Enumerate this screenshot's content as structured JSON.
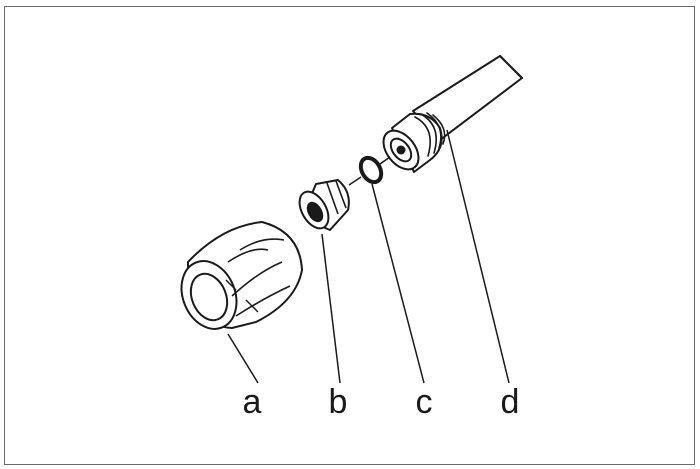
{
  "labels": {
    "a": "a",
    "b": "b",
    "c": "c",
    "d": "d"
  },
  "colors": {
    "stroke": "#1a1a1a",
    "frame": "#6a6a6a",
    "background": "#ffffff"
  },
  "icons": [
    "cap-nut-icon",
    "nozzle-insert-icon",
    "o-ring-icon",
    "lance-tube-icon"
  ]
}
